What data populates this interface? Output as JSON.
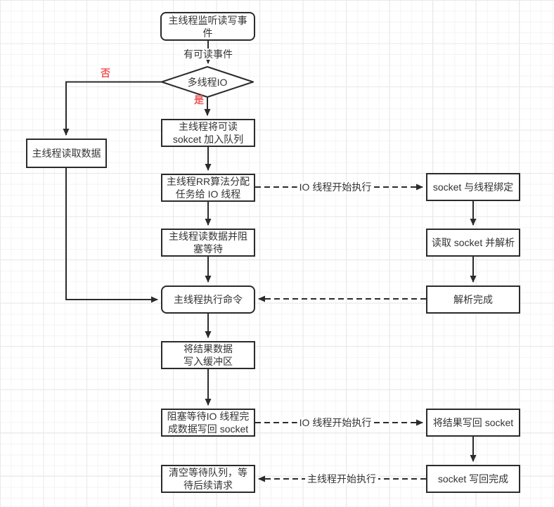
{
  "colors": {
    "stroke": "#2b2b2b",
    "text": "#333333",
    "label_red": "#f05a5a",
    "canvas_bg": "#ffffff"
  },
  "flowchart": {
    "nodes": {
      "listen": {
        "label": "主线程监听读写事\n件"
      },
      "decision": {
        "label": "多线程IO"
      },
      "read_data": {
        "label": "主线程读取数据"
      },
      "enqueue": {
        "label": "主线程将可读\nsokcet 加入队列"
      },
      "rr_assign": {
        "label": "主线程RR算法分配\n任务给 IO 线程"
      },
      "block_read": {
        "label": "主线程读数据并阻\n塞等待"
      },
      "exec_cmd": {
        "label": "主线程执行命令"
      },
      "write_buffer": {
        "label": "将结果数据\n写入缓冲区"
      },
      "block_writeback": {
        "label": "阻塞等待IO 线程完\n成数据写回 socket"
      },
      "clear_queue": {
        "label": "清空等待队列，等\n待后续请求"
      },
      "bind_thread": {
        "label": "socket 与线程绑定"
      },
      "read_parse": {
        "label": "读取 socket 并解析"
      },
      "parse_done": {
        "label": "解析完成"
      },
      "write_socket": {
        "label": "将结果写回 socket"
      },
      "writeback_done": {
        "label": "socket 写回完成"
      }
    },
    "edge_labels": {
      "readable_event": "有可读事件",
      "no": "否",
      "yes": "是",
      "io_start_1": "IO 线程开始执行",
      "io_start_2": "IO 线程开始执行",
      "main_start": "主线程开始执行"
    }
  }
}
